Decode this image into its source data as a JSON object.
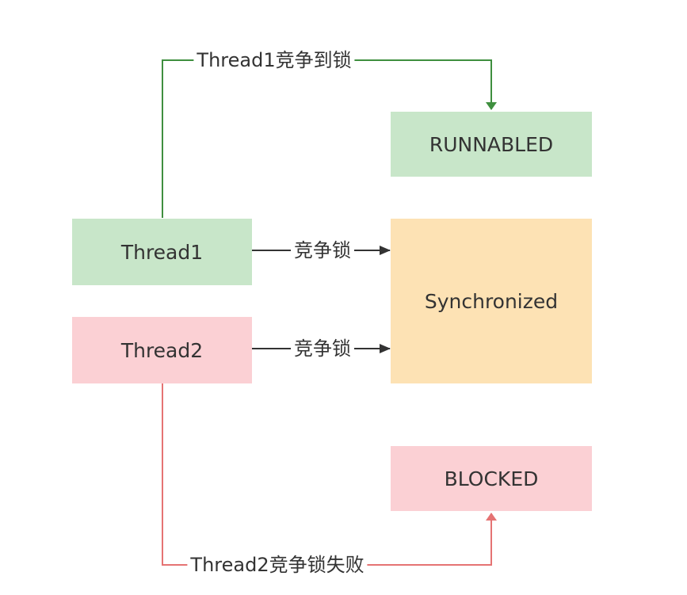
{
  "nodes": {
    "runnabled": {
      "label": "RUNNABLED",
      "color": "#c8e6c9"
    },
    "thread1": {
      "label": "Thread1",
      "color": "#c8e6c9"
    },
    "synchronized": {
      "label": "Synchronized",
      "color": "#fde2b4"
    },
    "thread2": {
      "label": "Thread2",
      "color": "#fbd0d4"
    },
    "blocked": {
      "label": "BLOCKED",
      "color": "#fbd0d4"
    }
  },
  "edges": {
    "thread1_acquired": {
      "label": "Thread1竞争到锁",
      "color": "#3f8f3f"
    },
    "thread1_compete": {
      "label": "竞争锁",
      "color": "#333333"
    },
    "thread2_compete": {
      "label": "竞争锁",
      "color": "#333333"
    },
    "thread2_failed": {
      "label": "Thread2竞争锁失败",
      "color": "#e57373"
    }
  }
}
